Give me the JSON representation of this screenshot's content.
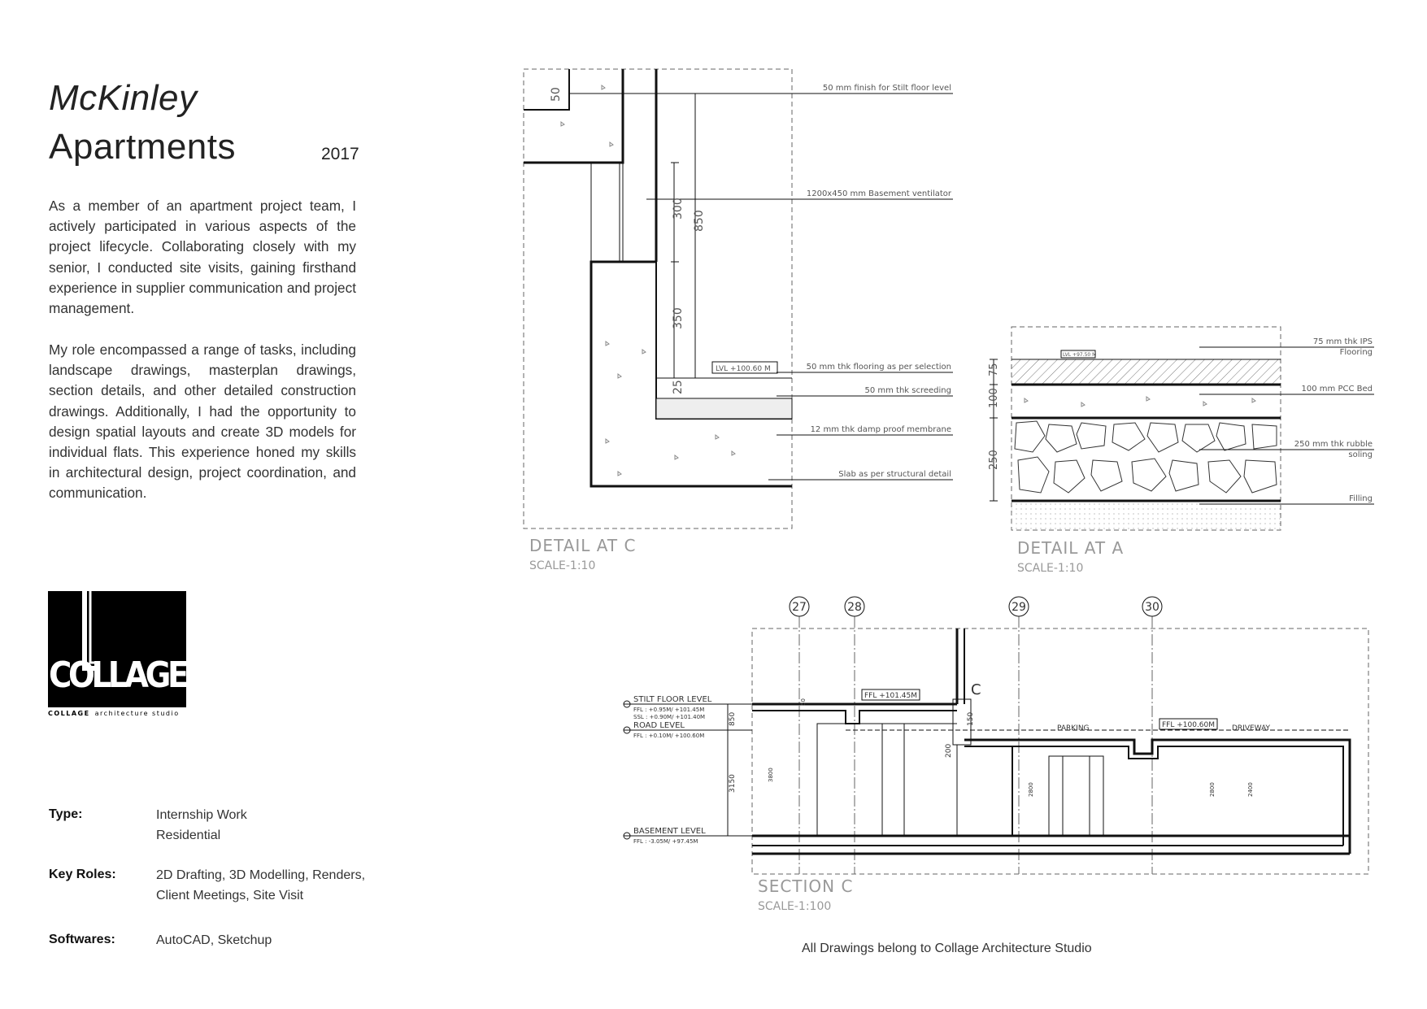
{
  "project": {
    "title_line1": "McKinley",
    "title_line2": "Apartments",
    "year": "2017",
    "paragraph1": "As a member of an apartment project team, I actively participated in various aspects of the project lifecycle. Collaborating closely with my senior, I conducted site visits, gaining firsthand experience in supplier communication and project management.",
    "paragraph2": "My role encompassed a range of tasks, including landscape drawings, masterplan drawings, section details, and other detailed construction drawings. Additionally, I had the opportunity to design spatial layouts and create 3D models for individual flats. This experience honed my skills in architectural design, project coordination, and communication."
  },
  "logo": {
    "wordmark": "COLLAGE",
    "tagline_bold": "COLLAGE",
    "tagline_rest": "architecture studio",
    "colors": {
      "background": "#000000",
      "foreground": "#ffffff"
    }
  },
  "info": {
    "type_label": "Type:",
    "type_values": [
      "Internship Work",
      "Residential"
    ],
    "roles_label": "Key Roles:",
    "roles_values": [
      "2D Drafting, 3D Modelling, Renders,",
      "Client Meetings, Site Visit"
    ],
    "software_label": "Softwares:",
    "software_values": [
      "AutoCAD, Sketchup"
    ]
  },
  "credit": "All Drawings belong to Collage Architecture Studio",
  "detail_c": {
    "title": "DETAIL AT C",
    "scale": "SCALE-1:10",
    "annotations": [
      "50 mm finish for Stilt floor level",
      "1200x450 mm Basement ventilator",
      "50 mm thk flooring as per selection",
      "50 mm thk screeding",
      "12 mm thk damp proof membrane",
      "Slab as per structural detail"
    ],
    "level_tag": "LVL +100.60 M",
    "dimensions": [
      "50",
      "300",
      "850",
      "350",
      "25"
    ]
  },
  "detail_a": {
    "title": "DETAIL AT A",
    "scale": "SCALE-1:10",
    "annotations": [
      "75 mm thk IPS",
      "Flooring",
      "100 mm PCC Bed",
      "250 mm thk rubble",
      "soling",
      "Filling"
    ],
    "level_tag": "LVL +97.50 M",
    "dimensions": [
      "75",
      "100",
      "250"
    ]
  },
  "section_c": {
    "title": "SECTION C",
    "scale": "SCALE-1:100",
    "grid_labels": [
      "27",
      "28",
      "29",
      "30"
    ],
    "callout": "C",
    "levels": [
      {
        "name": "STILT FLOOR LEVEL",
        "lines": [
          "FFL : +0.95M/ +101.45M",
          "SSL : +0.90M/ +101.40M"
        ]
      },
      {
        "name": "ROAD LEVEL",
        "lines": [
          "FFL : +0.10M/ +100.60M"
        ]
      },
      {
        "name": "BASEMENT LEVEL",
        "lines": [
          "FFL : -3.05M/ +97.45M"
        ]
      }
    ],
    "tags": [
      "FFL +101.45M",
      "FFL +100.60M"
    ],
    "labels": [
      "PARKING",
      "DRIVEWAY"
    ],
    "dimensions": [
      "850",
      "3150",
      "50",
      "3800",
      "150",
      "200",
      "2800",
      "2800",
      "2400"
    ]
  }
}
